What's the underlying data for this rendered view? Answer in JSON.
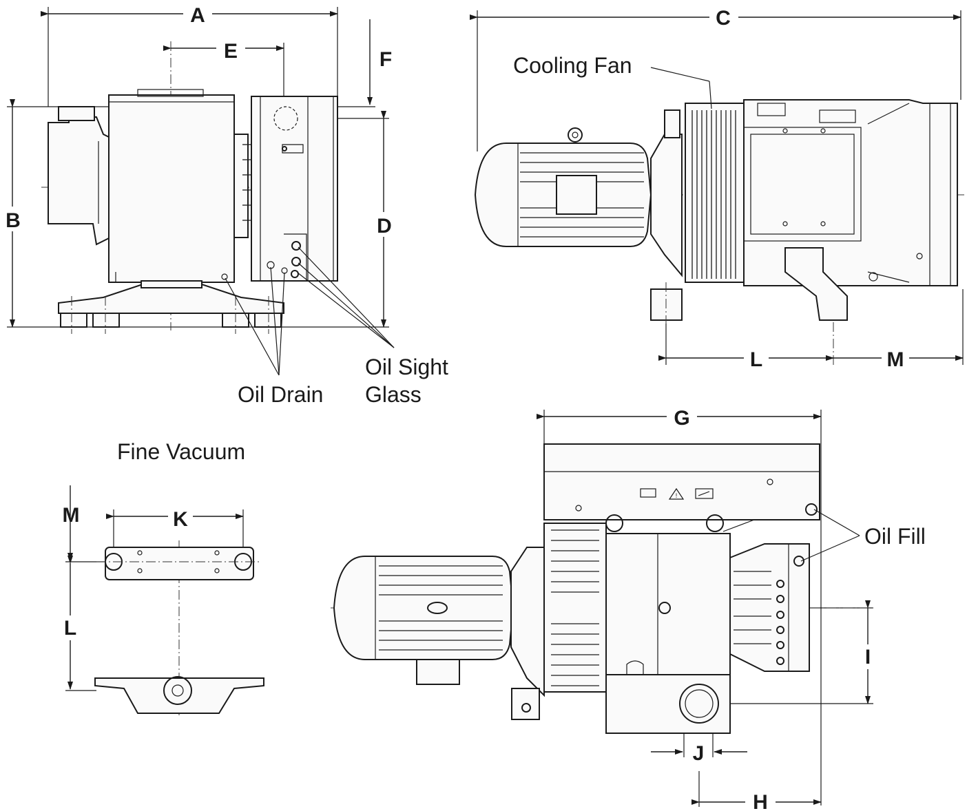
{
  "dimensions": {
    "A": "A",
    "B": "B",
    "C": "C",
    "D": "D",
    "E": "E",
    "F": "F",
    "G": "G",
    "H": "H",
    "I": "I",
    "J": "J",
    "K": "K",
    "L": "L",
    "M": "M"
  },
  "callouts": {
    "cooling_fan": "Cooling Fan",
    "oil_drain": "Oil Drain",
    "oil_sight_glass_1": "Oil Sight",
    "oil_sight_glass_2": "Glass",
    "oil_fill": "Oil Fill",
    "fine_vacuum": "Fine Vacuum"
  },
  "icons": [
    "warning-triangle-icon",
    "nameplate-icon"
  ]
}
